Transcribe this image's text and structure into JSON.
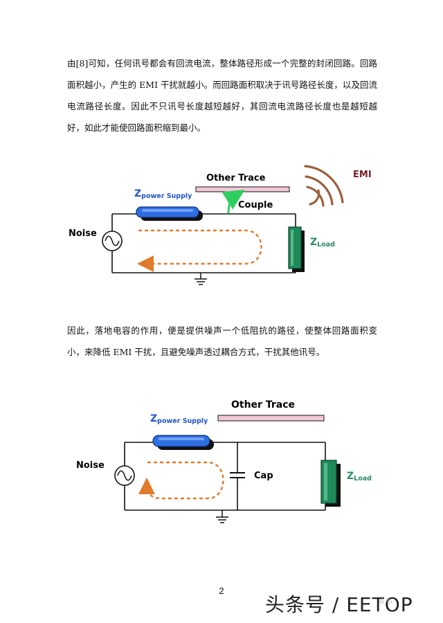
{
  "paragraphs": {
    "p1": "由[8]可知，任何讯号都会有回流电流，整体路径形成一个完整的封闭回路。回路面积越小，产生的 EMI 干扰就越小。而回路面积取决于讯号路径长度，以及回流电流路径长度。因此不只讯号长度越短越好，其回流电流路径长度也是越短越好，如此才能使回路面积缩到最小。",
    "p2": "因此，落地电容的作用，便是提供噪声一个低阻抗的路径，使整体回路面积变小，来降低 EMI 干扰，且避免噪声透过耦合方式，干扰其他讯号。"
  },
  "figure1": {
    "other_trace": "Other Trace",
    "emi": "EMI",
    "z_main": "Z",
    "z_power_sub": "power Supply",
    "couple": "Couple",
    "noise": "Noise",
    "z_load_sub": "Load"
  },
  "figure2": {
    "other_trace": "Other Trace",
    "z_main": "Z",
    "z_power_sub": "power Supply",
    "noise": "Noise",
    "cap": "Cap",
    "z_load_sub": "Load"
  },
  "footer": {
    "page_number": "2",
    "watermark": "头条号 / EETOP"
  },
  "colors": {
    "trace_bar": "#f2c7d9",
    "zpower_fill": "#2e6fe0",
    "zload_fill": "#1e8a5a",
    "loop_arrow": "#e07b2b",
    "couple_arrow": "#2fcf5f",
    "emi_text": "#7a1f2b",
    "emi_waves": "#9b5e3c",
    "zpower_text": "#2255cc",
    "zload_text": "#2a8a6a"
  }
}
